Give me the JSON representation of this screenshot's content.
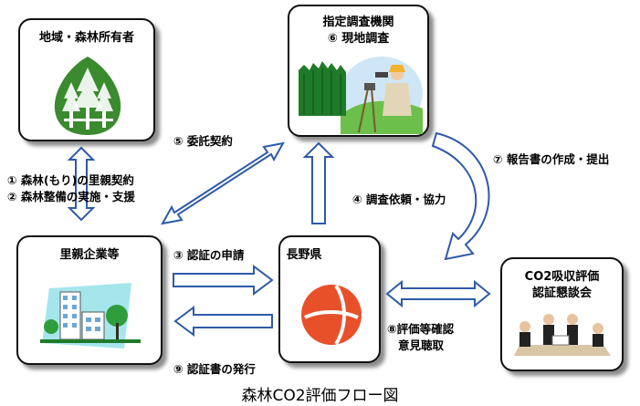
{
  "nodes": {
    "owner": {
      "title": "地域・森林所有者"
    },
    "survey_org": {
      "title": "指定調査機関",
      "subtitle": "⑥ 現地調査"
    },
    "company": {
      "title": "里親企業等"
    },
    "nagano": {
      "title": "長野県"
    },
    "committee": {
      "title_line1": "CO2吸収評価",
      "title_line2": "認証懇談会"
    }
  },
  "edges": {
    "e1": "① 森林(もり)の里親契約",
    "e2": "② 森林整備の実施・支援",
    "e3": "③ 認証の申請",
    "e4": "④ 調査依頼・協力",
    "e5": "⑤ 委託契約",
    "e7": "⑦ 報告書の作成・提出",
    "e8_line1": "⑧評価等確認",
    "e8_line2": "意見聴取",
    "e9": "⑨ 認証書の発行"
  },
  "caption": "森林CO2評価フロー図",
  "colors": {
    "arrow_fill": "#ffffff",
    "arrow_stroke": "#2f5aa8",
    "tree_green": "#3a8a2e",
    "nagano_orange": "#e8502a"
  }
}
